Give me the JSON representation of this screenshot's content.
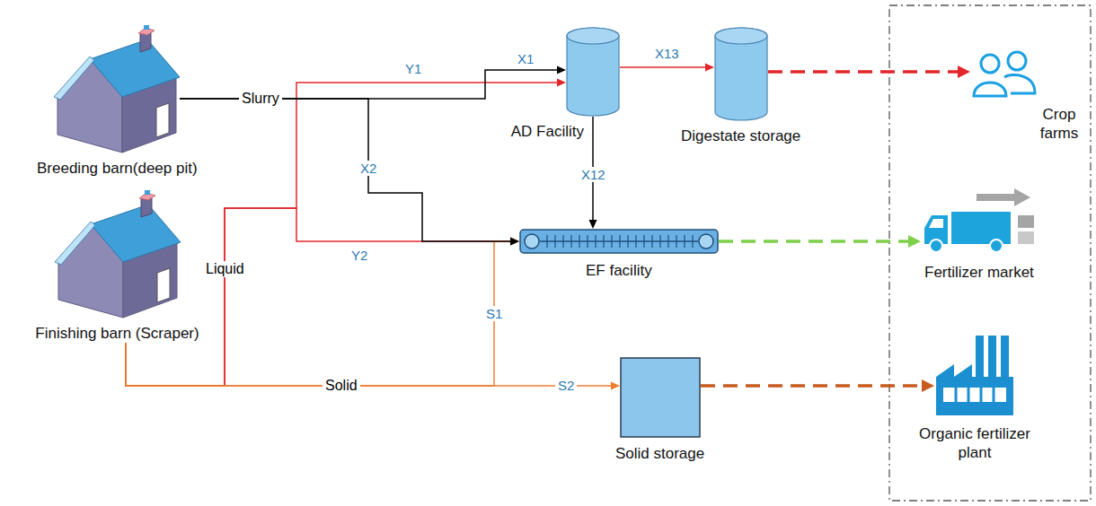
{
  "diagram": {
    "nodes": [
      {
        "text": [
          "Breeding barn(deep pit)"
        ]
      },
      {
        "text": [
          "Finishing barn (Scraper)"
        ]
      },
      {
        "text": [
          "AD Facility"
        ]
      },
      {
        "text": [
          "Digestate storage"
        ]
      },
      {
        "text": [
          "EF facility"
        ]
      },
      {
        "text": [
          "Solid storage"
        ]
      },
      {
        "text": [
          "Crop farms"
        ]
      },
      {
        "text": [
          "Fertilizer market"
        ]
      },
      {
        "text": [
          "Organic fertilizer plant"
        ]
      }
    ],
    "edges": [
      {
        "from": 0,
        "to": 2,
        "label": "X1",
        "arrow": "to"
      },
      {
        "from": 0,
        "to": 4,
        "label": "X2",
        "arrow": "to"
      },
      {
        "from": 1,
        "to": 2,
        "label": "Y1",
        "arrow": "to"
      },
      {
        "from": 1,
        "to": 4,
        "label": "Y2",
        "arrow": "to"
      },
      {
        "from": 1,
        "to": 4,
        "label": "S1",
        "arrow": "to"
      },
      {
        "from": 1,
        "to": 5,
        "label": "S2",
        "arrow": "to"
      },
      {
        "from": 2,
        "to": 3,
        "label": "X13",
        "arrow": "to"
      },
      {
        "from": 2,
        "to": 4,
        "label": "X12",
        "arrow": "to"
      },
      {
        "from": 3,
        "to": 6,
        "arrow": "to"
      },
      {
        "from": 4,
        "to": 7,
        "arrow": "to"
      },
      {
        "from": 5,
        "to": 8,
        "arrow": "to"
      }
    ],
    "labels": [
      "Slurry",
      "Liquid",
      "Solid"
    ]
  }
}
